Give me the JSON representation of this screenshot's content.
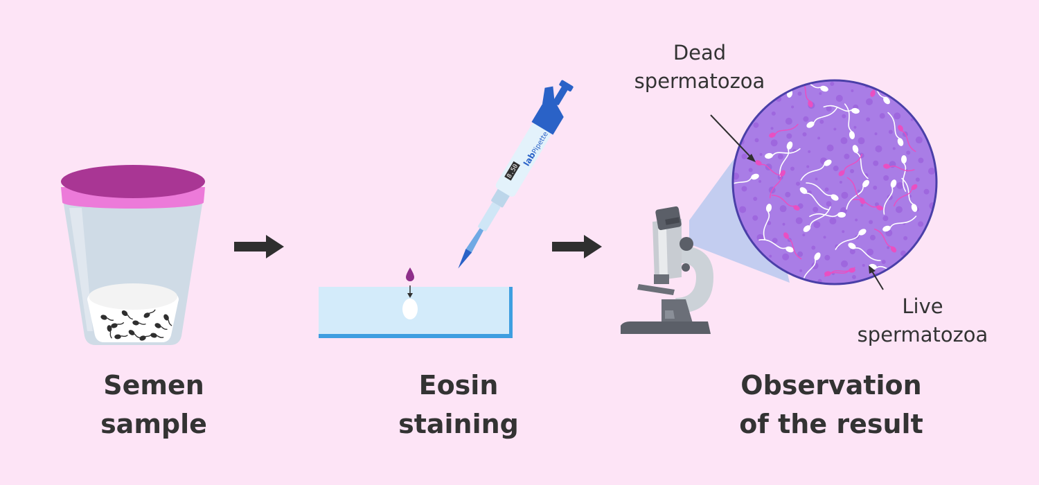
{
  "steps": [
    {
      "line1": "Semen",
      "line2": "sample"
    },
    {
      "line1": "Eosin",
      "line2": "staining"
    },
    {
      "line1": "Observation",
      "line2": "of the result"
    }
  ],
  "callouts": {
    "dead": {
      "line1": "Dead",
      "line2": "spermatozoa"
    },
    "live": {
      "line1": "Live",
      "line2": "spermatozoa"
    }
  },
  "pipette": {
    "display": "8.50",
    "brand": "lab",
    "model": "Pipette"
  },
  "colors": {
    "background": "#fde4f6",
    "lid": "#a93694",
    "lid_rim": "#ec7ad9",
    "eosin_drop": "#8e2f8a",
    "pipette_blue": "#2a62c7",
    "slide": "#d3ebfa",
    "slide_edge": "#3e9ee0",
    "field": "#a97de6",
    "field_border": "#4a3fa8",
    "live_sperm": "#ffffff",
    "dead_sperm": "#e94fc2",
    "microscope_gray": "#6b6f78",
    "arrow": "#2f2f2f",
    "text": "#333333"
  },
  "icons": [
    "specimen-cup-icon",
    "arrow-right-icon",
    "pipette-icon",
    "microscope-slide-icon",
    "microscope-icon",
    "magnified-field-icon"
  ]
}
